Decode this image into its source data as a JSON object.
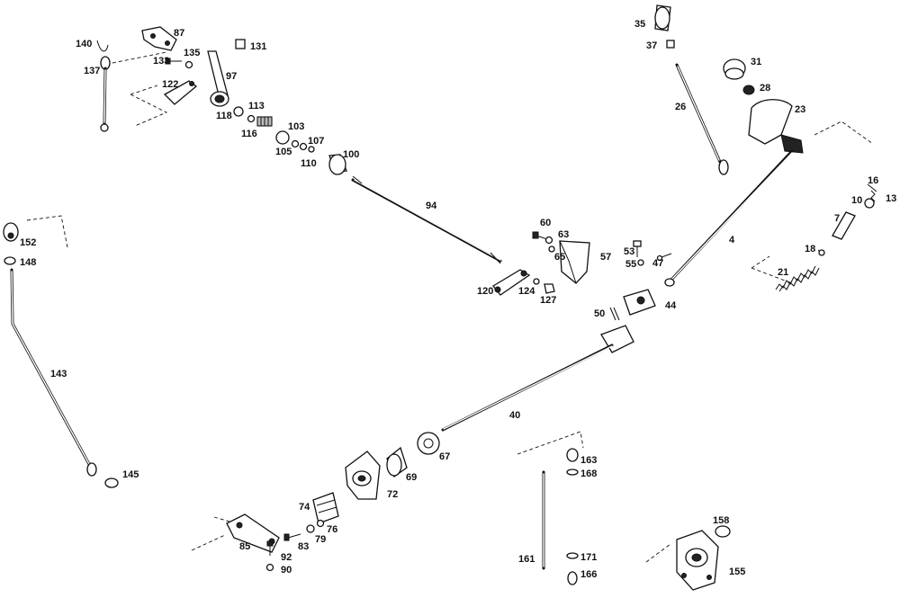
{
  "labels": {
    "p4": "4",
    "p7": "7",
    "p10": "10",
    "p13": "13",
    "p16": "16",
    "p18": "18",
    "p21": "21",
    "p23": "23",
    "p26": "26",
    "p28": "28",
    "p31": "31",
    "p35": "35",
    "p37": "37",
    "p40": "40",
    "p44": "44",
    "p47": "47",
    "p50": "50",
    "p53": "53",
    "p55": "55",
    "p57": "57",
    "p60": "60",
    "p63": "63",
    "p65": "65",
    "p67": "67",
    "p69": "69",
    "p72": "72",
    "p74": "74",
    "p76": "76",
    "p79": "79",
    "p83": "83",
    "p85": "85",
    "p87": "87",
    "p90": "90",
    "p92": "92",
    "p94": "94",
    "p97": "97",
    "p100": "100",
    "p103": "103",
    "p105": "105",
    "p107": "107",
    "p110": "110",
    "p113": "113",
    "p116": "116",
    "p118": "118",
    "p120": "120",
    "p122": "122",
    "p124": "124",
    "p127": "127",
    "p131": "131",
    "p133": "133",
    "p135": "135",
    "p137": "137",
    "p140": "140",
    "p143": "143",
    "p145": "145",
    "p148": "148",
    "p152": "152",
    "p155": "155",
    "p158": "158",
    "p161": "161",
    "p163": "163",
    "p166": "166",
    "p168": "168",
    "p171": "171"
  }
}
